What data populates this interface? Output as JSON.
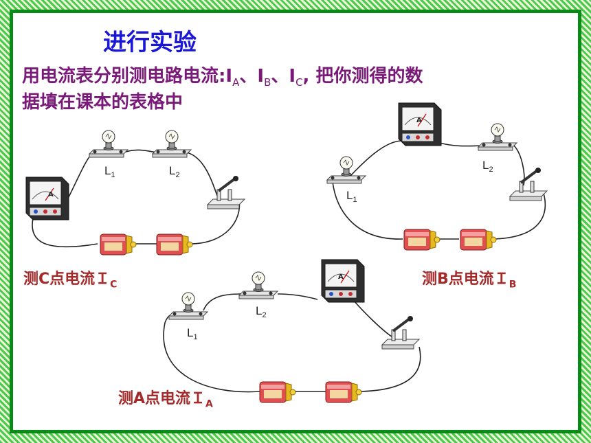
{
  "heading": "进行实验",
  "instruction": {
    "line1_prefix": "用电流表分别测电路电流:",
    "current_symbol": "I",
    "sub_a": "A",
    "sep1": "、",
    "sub_b": "B",
    "sep2": "、",
    "sub_c": "C",
    "line1_suffix": ", 把你测得的数",
    "line2": "据填在课本的表格中"
  },
  "circuits": {
    "c": {
      "caption": "测C点电流Ｉ",
      "sub": "C",
      "lamp1": "L",
      "lamp1_sub": "1",
      "lamp2": "L",
      "lamp2_sub": "2"
    },
    "b": {
      "caption": "测B点电流Ｉ",
      "sub": "B",
      "lamp1": "L",
      "lamp1_sub": "1",
      "lamp2": "L",
      "lamp2_sub": "2"
    },
    "a": {
      "caption": "测A点电流Ｉ",
      "sub": "A",
      "lamp1": "L",
      "lamp1_sub": "1",
      "lamp2": "L",
      "lamp2_sub": "2"
    }
  },
  "ammeter_letter": "A",
  "colors": {
    "border_green": "#0a8a16",
    "title_blue": "#1a17d6",
    "instruction_purple": "#7a1a78",
    "caption_red": "#a52a2a",
    "battery_red": "#e04848",
    "battery_gold": "#e8b820"
  }
}
